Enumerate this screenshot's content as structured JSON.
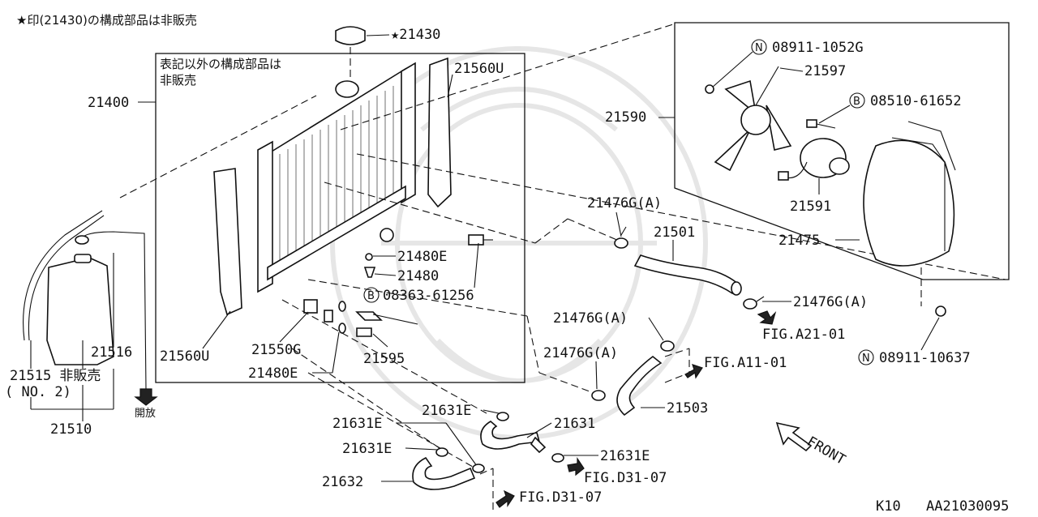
{
  "header_note": "★印(21430)の構成部品は非販売",
  "box_note_line1": "表記以外の構成部品は",
  "box_note_line2": "非販売",
  "labels": {
    "p21430": "★21430",
    "p21400": "21400",
    "p21560u_top": "21560U",
    "p21560u_bottom": "21560U",
    "p21480e_a": "21480E",
    "p21480": "21480",
    "p08363": "08363-61256",
    "p21550g": "21550G",
    "p21595": "21595",
    "p21480e_b": "21480E",
    "p21516": "21516",
    "p21515": "21515 非販売",
    "p_no2": "( NO. 2)",
    "p21510": "21510",
    "drain": "開放",
    "p08911_1052g": "08911-1052G",
    "p21597": "21597",
    "p21590": "21590",
    "p08510": "08510-61652",
    "p21591": "21591",
    "p21475": "21475",
    "p21476g_a1": "21476G(A)",
    "p21501": "21501",
    "p21476g_a2": "21476G(A)",
    "fig_a21": "FIG.A21-01",
    "p08911_10637": "08911-10637",
    "p21476g_a3": "21476G(A)",
    "p21476g_a4": "21476G(A)",
    "fig_a11": "FIG.A11-01",
    "p21503": "21503",
    "p21631e_1": "21631E",
    "p21631": "21631",
    "p21631e_2": "21631E",
    "p21631e_3": "21631E",
    "p21631e_4": "21631E",
    "fig_d31_a": "FIG.D31-07",
    "p21632": "21632",
    "fig_d31_b": "FIG.D31-07",
    "front": "FRONT",
    "page_code": "K10",
    "diagram_code": "AA21030095"
  },
  "symbols": {
    "n_mark": "N",
    "b_mark": "B"
  }
}
